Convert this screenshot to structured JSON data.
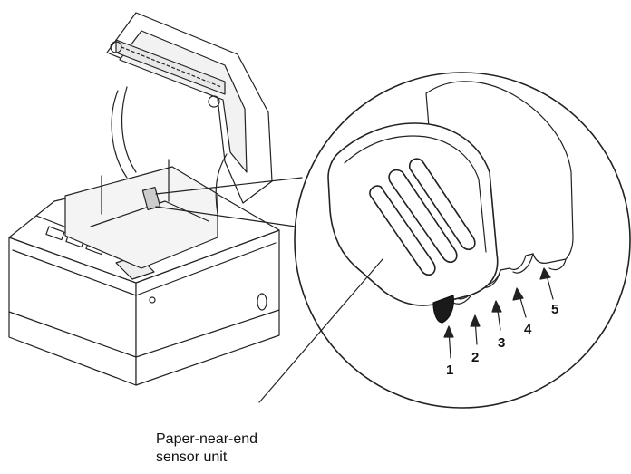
{
  "figure": {
    "callout_label_line1": "Paper-near-end",
    "callout_label_line2": "sensor unit",
    "positions": [
      {
        "label": "1"
      },
      {
        "label": "2"
      },
      {
        "label": "3"
      },
      {
        "label": "4"
      },
      {
        "label": "5"
      }
    ]
  },
  "icons": {
    "printer": "printer-open-cover-illustration",
    "sensor": "paper-near-end-sensor-closeup",
    "arrow": "arrow-up-icon"
  },
  "colors": {
    "line": "#222222",
    "fill": "#ffffff",
    "shade": "#e6e6e6",
    "lever": "#1a1a1a"
  }
}
